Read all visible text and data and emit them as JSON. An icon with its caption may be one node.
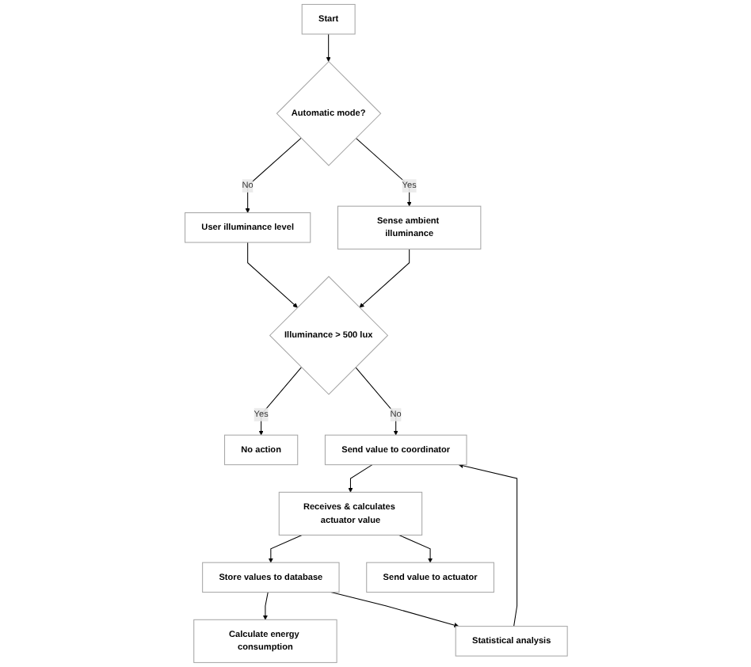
{
  "diagram": {
    "nodes": [
      {
        "text": [
          "Start"
        ]
      },
      {
        "text": [
          "Automatic mode?"
        ]
      },
      {
        "text": [
          "User illuminance level"
        ]
      },
      {
        "text": [
          "Sense ambient illuminance"
        ]
      },
      {
        "text": [
          "Illuminance > 500 lux"
        ]
      },
      {
        "text": [
          "No action"
        ]
      },
      {
        "text": [
          "Send value to coordinator"
        ]
      },
      {
        "text": [
          "Statistical analysis"
        ]
      },
      {
        "text": [
          "Receives & calculates actuator value"
        ]
      },
      {
        "text": [
          "Store values to database"
        ]
      },
      {
        "text": [
          "Send value to actuator"
        ]
      },
      {
        "text": [
          "Calculate energy consumption"
        ]
      }
    ],
    "edges": [
      {
        "from": 0,
        "to": 1,
        "arrow": "to"
      },
      {
        "from": 1,
        "to": 2,
        "arrow": "to",
        "label": "No"
      },
      {
        "from": 1,
        "to": 3,
        "arrow": "to",
        "label": "Yes"
      },
      {
        "from": 2,
        "to": 4,
        "arrow": "to"
      },
      {
        "from": 3,
        "to": 4,
        "arrow": "to"
      },
      {
        "from": 4,
        "to": 5,
        "arrow": "to",
        "label": "Yes"
      },
      {
        "from": 4,
        "to": 6,
        "arrow": "to",
        "label": "No"
      },
      {
        "from": 6,
        "to": 8,
        "arrow": "to"
      },
      {
        "from": 8,
        "to": 9,
        "arrow": "to"
      },
      {
        "from": 8,
        "to": 10,
        "arrow": "to"
      },
      {
        "from": 9,
        "to": 11,
        "arrow": "to"
      },
      {
        "from": 9,
        "to": 7,
        "arrow": "to"
      },
      {
        "from": 7,
        "to": 6,
        "arrow": "to"
      }
    ]
  }
}
